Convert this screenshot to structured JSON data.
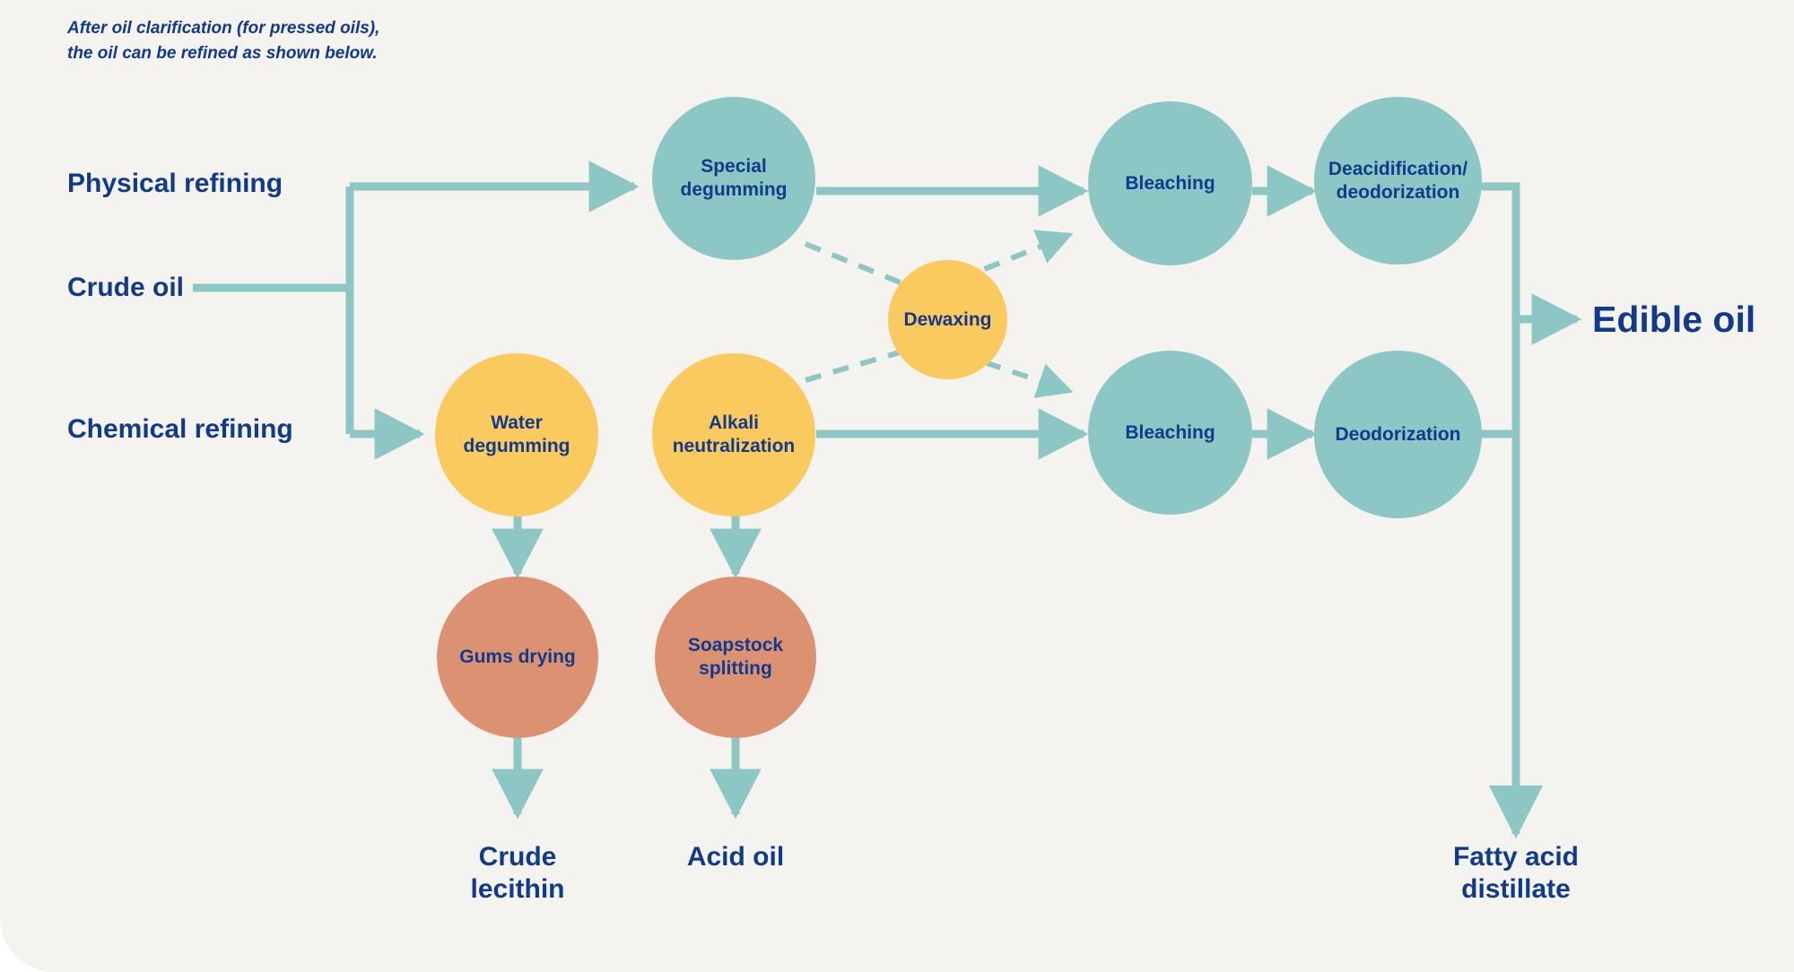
{
  "caption": "After oil clarification (for pressed oils),\nthe oil can be refined as shown below.",
  "colors": {
    "background": "#f4f3ef",
    "teal": "#8cc7c6",
    "yellow": "#fbca5f",
    "salmon": "#dc9173",
    "text_blue": "#123a8a",
    "connector": "#8cc7c6"
  },
  "inputs": {
    "physical_refining": "Physical refining",
    "crude_oil": "Crude oil",
    "chemical_refining": "Chemical refining"
  },
  "nodes": {
    "special_degumming": "Special\ndegumming",
    "bleaching_top": "Bleaching",
    "deacidification_deodorization": "Deacidification/\ndeodorization",
    "dewaxing": "Dewaxing",
    "water_degumming": "Water\ndegumming",
    "alkali_neutralization": "Alkali\nneutralization",
    "bleaching_bottom": "Bleaching",
    "deodorization": "Deodorization",
    "gums_drying": "Gums drying",
    "soapstock_splitting": "Soapstock\nsplitting"
  },
  "outputs": {
    "crude_lecithin": "Crude\nlecithin",
    "acid_oil": "Acid oil",
    "edible_oil": "Edible oil",
    "fatty_acid_distillate": "Fatty acid\ndistillate"
  }
}
